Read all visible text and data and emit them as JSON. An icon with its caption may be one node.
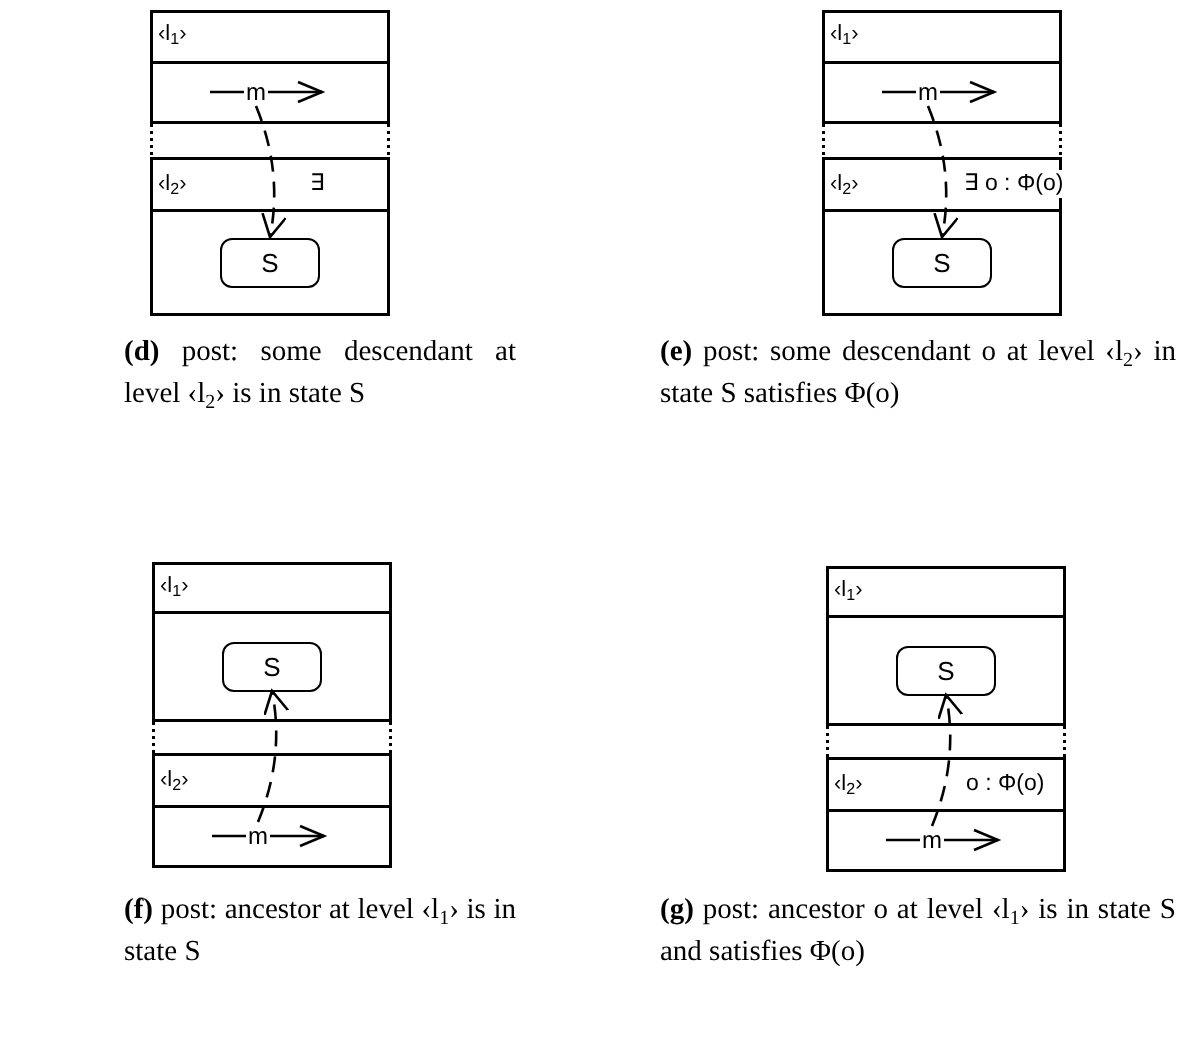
{
  "diagram": {
    "nodes": [
      {
        "text": [
          "‹l$_{1}$›"
        ]
      },
      {
        "text": [
          "m"
        ]
      },
      {
        "text": [
          "‹l$_{2}$›"
        ]
      },
      {
        "text": [
          "S"
        ]
      },
      {
        "text": [
          "‹l$_{1}$›"
        ]
      },
      {
        "text": [
          "m"
        ]
      },
      {
        "text": [
          "‹l$_{2}$›"
        ]
      },
      {
        "text": [
          "S"
        ]
      },
      {
        "text": [
          "‹l$_{1}$›"
        ]
      },
      {
        "text": [
          "S"
        ]
      },
      {
        "text": [
          "‹l$_{2}$›"
        ]
      },
      {
        "text": [
          "m"
        ]
      },
      {
        "text": [
          "‹l$_{1}$›"
        ]
      },
      {
        "text": [
          "S"
        ]
      },
      {
        "text": [
          "‹l$_{2}$›"
        ]
      },
      {
        "text": [
          "m"
        ]
      }
    ],
    "edges": [
      {
        "from": 1,
        "to": 3,
        "arrow": "to",
        "label": "∃",
        "style": "dashed"
      },
      {
        "from": 5,
        "to": 7,
        "arrow": "to",
        "label": "∃ o : Φ(o)",
        "style": "dashed"
      },
      {
        "from": 11,
        "to": 9,
        "arrow": "to",
        "style": "dashed"
      },
      {
        "from": 15,
        "to": 13,
        "arrow": "to",
        "label": "o : Φ(o)",
        "style": "dashed"
      }
    ],
    "labels": [
      "**(d)** post: some descendant at level ‹l$_{2}$› is in state S",
      "**(e)** post: some descendant o at level ‹l$_{2}$› in state S satisfies Φ(o)",
      "**(f)** post: ancestor at level ‹l$_{1}$› is in state S",
      "**(g)** post: ancestor o at level ‹l$_{1}$› is in state S and satisfies Φ(o)"
    ]
  }
}
